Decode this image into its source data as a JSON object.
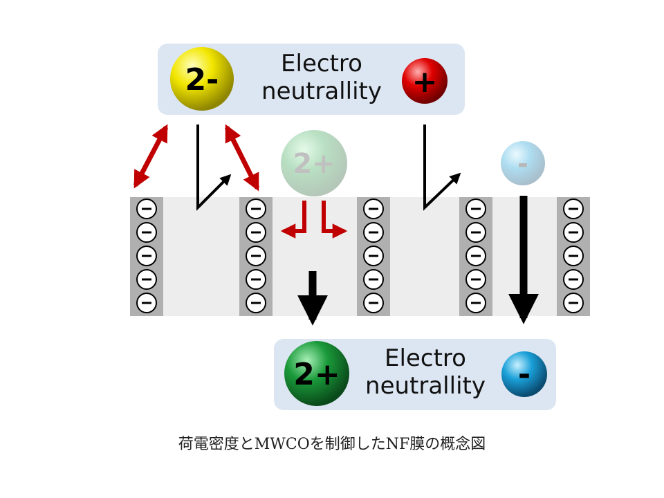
{
  "top_panel": {
    "label_line1": "Electro",
    "label_line2": "neutrallity",
    "ion_left": "2-",
    "ion_right": "+"
  },
  "bottom_panel": {
    "label_line1": "Electro",
    "label_line2": "neutrallity",
    "ion_left": "2+",
    "ion_right": "-"
  },
  "faded_ions": {
    "divalent_cation": "2+",
    "monovalent_anion": "-"
  },
  "membrane": {
    "fixed_charge": "−"
  },
  "caption": "荷電密度とMWCOを制御したNF膜の概念図",
  "colors": {
    "panel": "#dce6f2",
    "membrane_band": "#ededed",
    "pore_wall": "#b0b0b0",
    "repulsion_arrow": "#c00000",
    "flow_arrow": "#000000",
    "ion_yellow": "#f2e600",
    "ion_red": "#e00000",
    "ion_green": "#1a9a3a",
    "ion_blue": "#1aa0d8"
  }
}
